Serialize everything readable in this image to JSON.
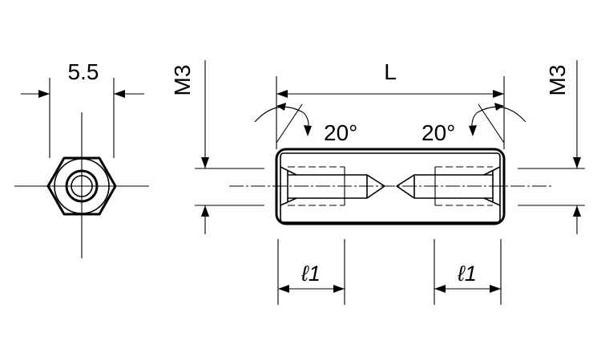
{
  "labels": {
    "hex_width": "5.5",
    "thread_left": "M3",
    "thread_right": "M3",
    "length": "L",
    "angle_left": "20°",
    "angle_right": "20°",
    "depth_left": "ℓ1",
    "depth_right": "ℓ1"
  }
}
